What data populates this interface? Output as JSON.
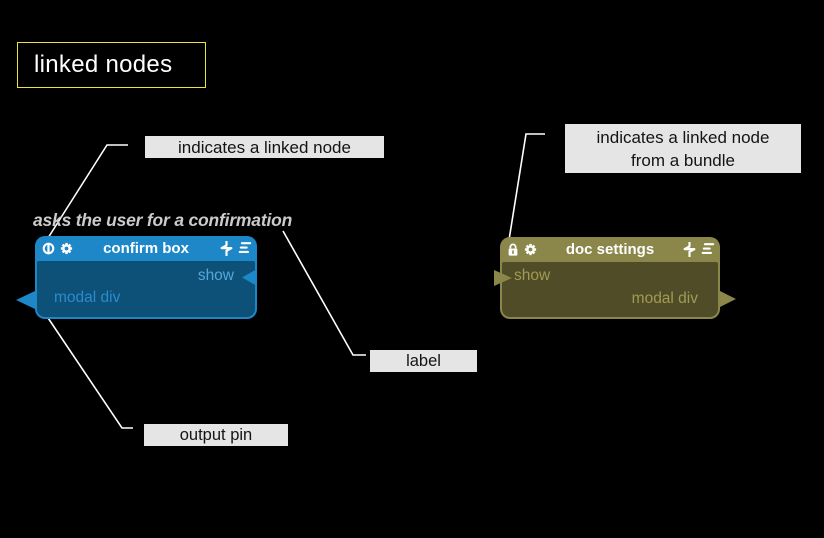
{
  "heading": {
    "title": "linked nodes",
    "border_color": "#e9e435",
    "text_color": "#ffffff"
  },
  "description": "asks the user for a confirmation",
  "callouts": {
    "linked_node": {
      "text": "indicates a linked node"
    },
    "linked_bundle": {
      "text": "indicates a linked node\nfrom a bundle"
    },
    "label": {
      "text": "label"
    },
    "output_pin": {
      "text": "output pin"
    }
  },
  "nodes": [
    {
      "title": "confirm box",
      "input_pin": "show",
      "output_pin": "modal div",
      "icons": [
        "link-icon",
        "gear-icon",
        "pulse-icon",
        "menu-icon"
      ],
      "colors": {
        "header": "#1d87c8",
        "body": "#0d5078",
        "input_text": "#55a7d8",
        "output_text": "#2b8ccc"
      }
    },
    {
      "title": "doc settings",
      "input_pin": "show",
      "output_pin": "modal div",
      "icons": [
        "lock-icon",
        "gear-icon",
        "pulse-icon",
        "menu-icon"
      ],
      "colors": {
        "header": "#8b8649",
        "body": "#4f4c27",
        "input_text": "#a19b54",
        "output_text": "#a19b54"
      }
    }
  ],
  "leader_line_color": "#ffffff",
  "background": "#000000"
}
